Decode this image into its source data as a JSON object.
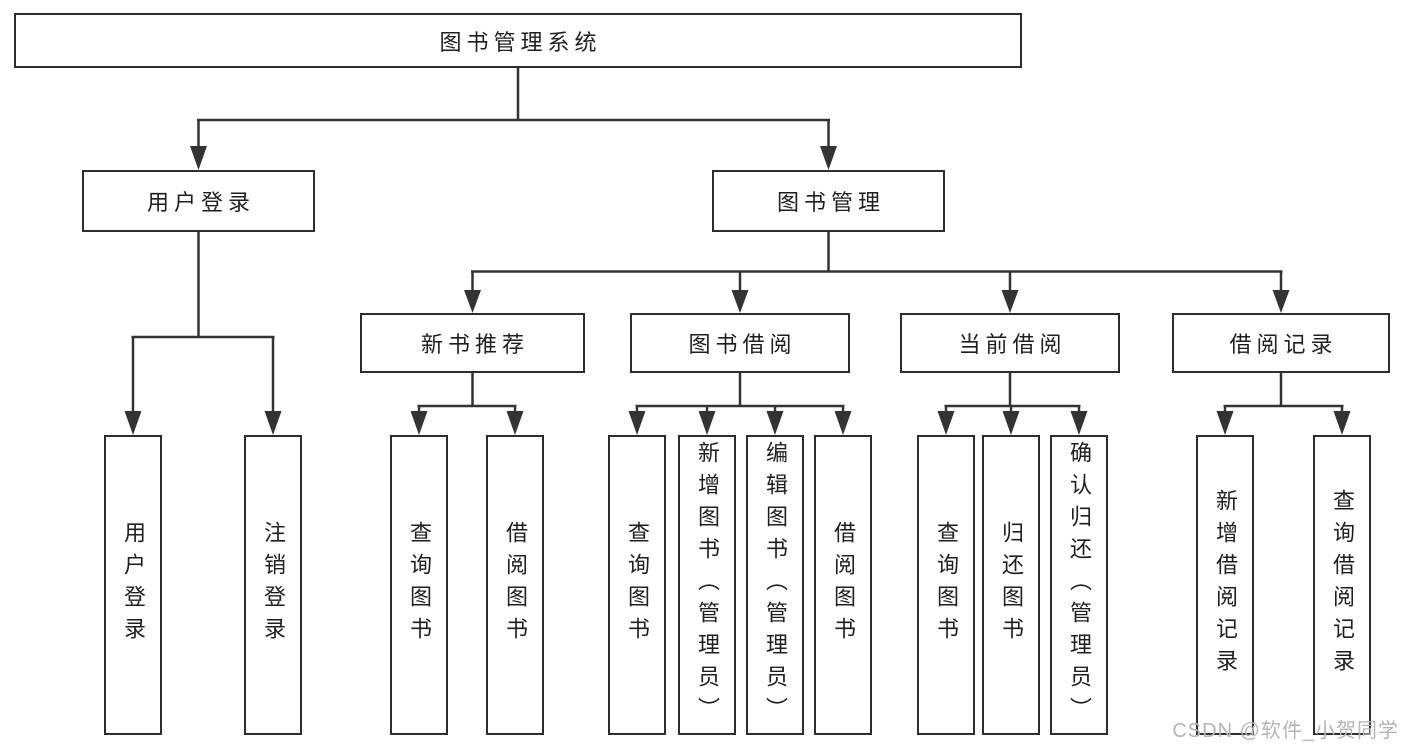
{
  "colors": {
    "line": "#333333",
    "box_border": "#2e2e2e",
    "text": "#1f1f1f",
    "background": "#ffffff",
    "watermark": "#b5b5b5"
  },
  "tree": {
    "root": "图书管理系统",
    "branches": [
      {
        "label": "用户登录",
        "children": [
          "用户登录",
          "注销登录"
        ]
      },
      {
        "label": "图书管理",
        "children": [
          {
            "label": "新书推荐",
            "children": [
              "查询图书",
              "借阅图书"
            ]
          },
          {
            "label": "图书借阅",
            "children": [
              "查询图书",
              "新增图书（管理员）",
              "编辑图书（管理员）",
              "借阅图书"
            ]
          },
          {
            "label": "当前借阅",
            "children": [
              "查询图书",
              "归还图书",
              "确认归还（管理员）"
            ]
          },
          {
            "label": "借阅记录",
            "children": [
              "新增借阅记录",
              "查询借阅记录"
            ]
          }
        ]
      }
    ]
  },
  "watermark": {
    "text": "CSDN @软件_小贺同学"
  }
}
